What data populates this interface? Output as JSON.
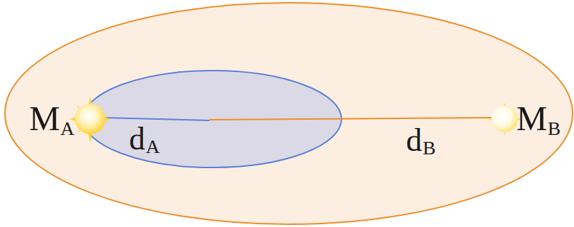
{
  "diagram": {
    "labels": [
      "M",
      "A",
      "d",
      "A",
      "d",
      "B",
      "M",
      "B"
    ]
  }
}
